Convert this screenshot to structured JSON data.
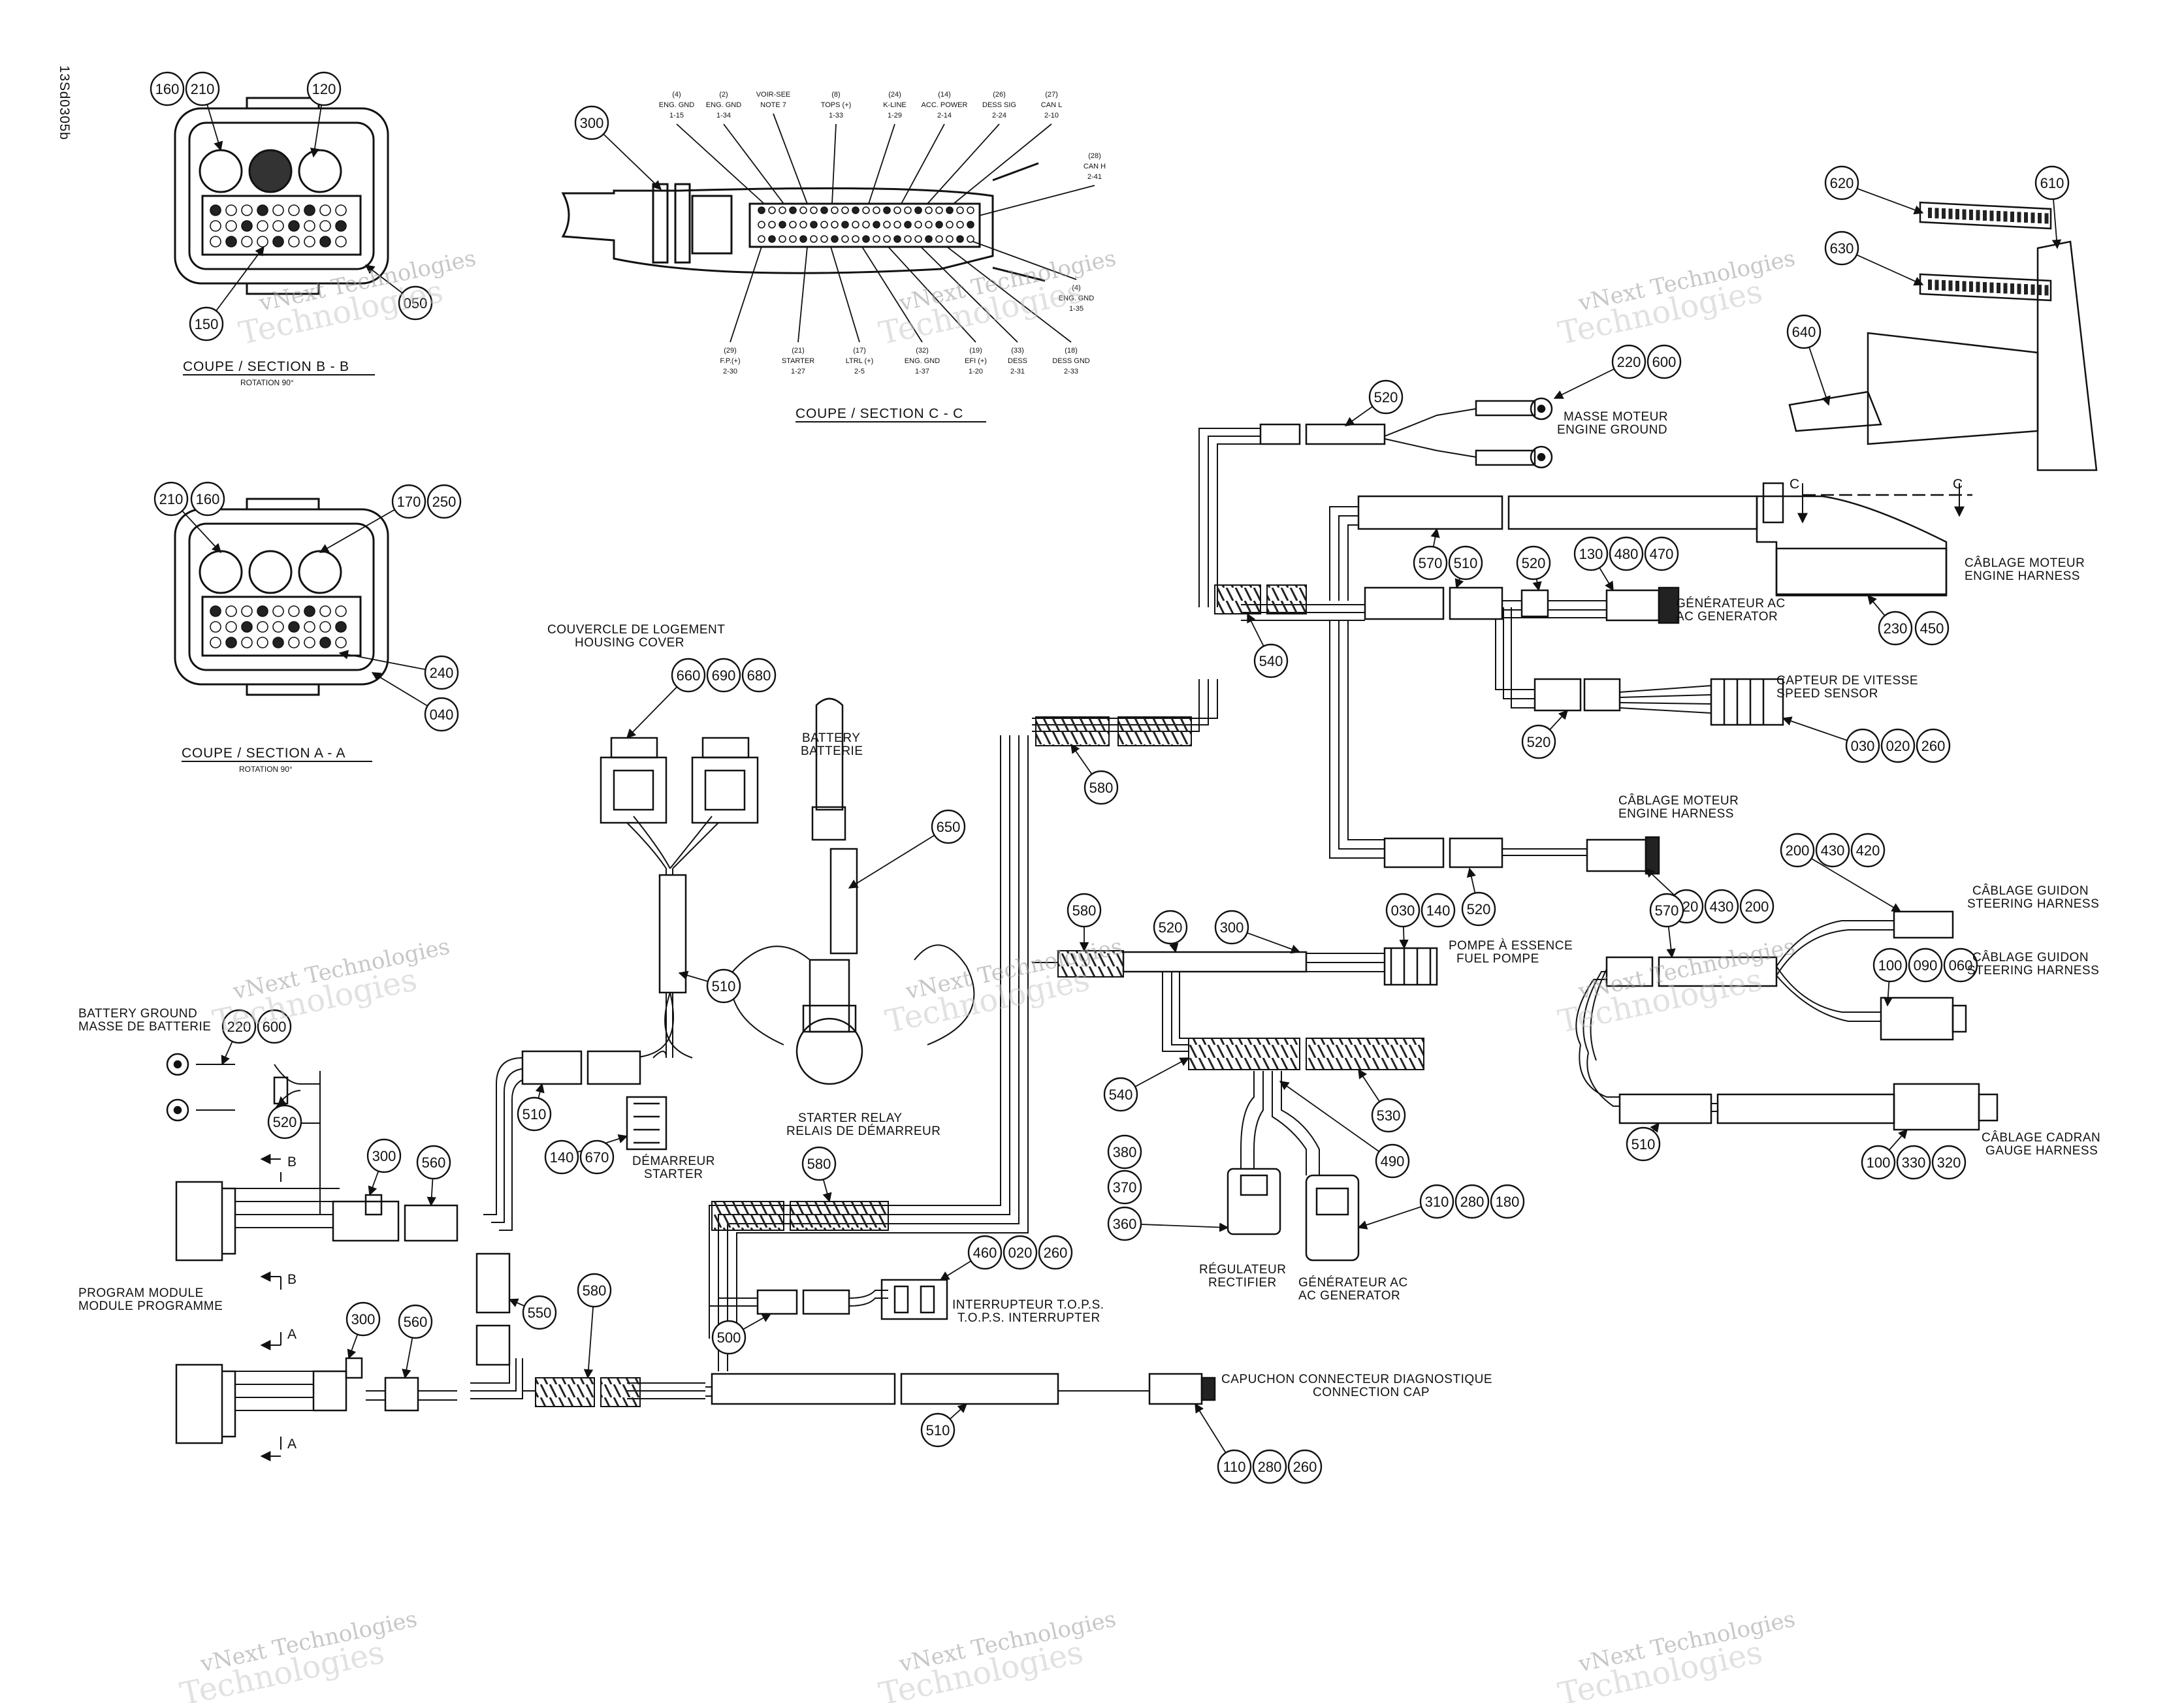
{
  "doc_id": "13Sd0305b",
  "sections": {
    "bb": {
      "title": "COUPE / SECTION B - B",
      "rotation": "ROTATION 90°"
    },
    "aa": {
      "title": "COUPE / SECTION A - A",
      "rotation": "ROTATION 90°"
    },
    "cc": {
      "title": "COUPE / SECTION C - C"
    }
  },
  "section_markers": {
    "a": "A",
    "b": "B",
    "c": "C"
  },
  "labels": {
    "masse_moteur": [
      "MASSE MOTEUR",
      "ENGINE GROUND"
    ],
    "cablage_moteur_1": [
      "CÂBLAGE MOTEUR",
      "ENGINE HARNESS"
    ],
    "generateur_ac_1": [
      "GÉNÉRATEUR AC",
      "AC GENERATOR"
    ],
    "capteur_vitesse": [
      "CAPTEUR DE VITESSE",
      "SPEED SENSOR"
    ],
    "cablage_moteur_2": [
      "CÂBLAGE MOTEUR",
      "ENGINE HARNESS"
    ],
    "cablage_guidon_1": [
      "CÂBLAGE GUIDON",
      "STEERING HARNESS"
    ],
    "cablage_guidon_2": [
      "CÂBLAGE GUIDON",
      "STEERING HARNESS"
    ],
    "cablage_cadran": [
      "CÂBLAGE CADRAN",
      "GAUGE HARNESS"
    ],
    "pompe_essence": [
      "POMPE À ESSENCE",
      "FUEL POMPE"
    ],
    "couvercle": [
      "COUVERCLE DE LOGEMENT",
      "HOUSING COVER"
    ],
    "battery": [
      "BATTERY",
      "BATTERIE"
    ],
    "battery_ground": [
      "BATTERY GROUND",
      "MASSE DE BATTERIE"
    ],
    "demarreur": [
      "DÉMARREUR",
      "STARTER"
    ],
    "starter_relay": [
      "STARTER RELAY",
      "RELAIS DE DÉMARREUR"
    ],
    "program_module": [
      "PROGRAM MODULE",
      "MODULE PROGRAMME"
    ],
    "interrupteur": [
      "INTERRUPTEUR T.O.P.S.",
      "T.O.P.S. INTERRUPTER"
    ],
    "capuchon": [
      "CAPUCHON CONNECTEUR DIAGNOSTIQUE",
      "CONNECTION CAP"
    ],
    "regulateur": [
      "RÉGULATEUR",
      "RECTIFIER"
    ],
    "generateur_ac_2": [
      "GÉNÉRATEUR AC",
      "AC GENERATOR"
    ]
  },
  "pin_labels": [
    [
      "(4)",
      "ENG. GND",
      "1-15"
    ],
    [
      "(2)",
      "ENG. GND",
      "1-34"
    ],
    [
      "VOIR-SEE",
      "NOTE 7"
    ],
    [
      "(8)",
      "TOPS (+)",
      "1-33"
    ],
    [
      "(24)",
      "K-LINE",
      "1-29"
    ],
    [
      "(14)",
      "ACC. POWER",
      "2-14"
    ],
    [
      "(26)",
      "DESS SIG",
      "2-24"
    ],
    [
      "(27)",
      "CAN L",
      "2-10"
    ],
    [
      "(28)",
      "CAN H",
      "2-41"
    ],
    [
      "(4)",
      "ENG. GND",
      "1-35"
    ],
    [
      "(29)",
      "F.P.(+)",
      "2-30"
    ],
    [
      "(21)",
      "STARTER",
      "1-27"
    ],
    [
      "(17)",
      "LTRL (+)",
      "2-5"
    ],
    [
      "(32)",
      "ENG. GND",
      "1-37"
    ],
    [
      "(19)",
      "EFI (+)",
      "1-20"
    ],
    [
      "(33)",
      "DESS",
      "2-31"
    ],
    [
      "(18)",
      "DESS GND",
      "2-33"
    ]
  ],
  "callouts": {
    "c160a": "160",
    "c210a": "210",
    "c120": "120",
    "c150": "150",
    "c050": "050",
    "c210b": "210",
    "c160b": "160",
    "c170": "170",
    "c250": "250",
    "c240": "240",
    "c040": "040",
    "c300a": "300",
    "c620": "620",
    "c610": "610",
    "c630": "630",
    "c640": "640",
    "c220a": "220",
    "c600a": "600",
    "c520a": "520",
    "c570a": "570",
    "c510a": "510",
    "c520b": "520",
    "c130": "130",
    "c480": "480",
    "c470": "470",
    "c230": "230",
    "c450": "450",
    "c540a": "540",
    "c520c": "520",
    "c030a": "030",
    "c020a": "020",
    "c260a": "260",
    "c660": "660",
    "c690": "690",
    "c680": "680",
    "c580a": "580",
    "c650": "650",
    "c520d": "520",
    "c420a": "420",
    "c430a": "430",
    "c200a": "200",
    "c200b": "200",
    "c430b": "430",
    "c420b": "420",
    "c580b": "580",
    "c520e": "520",
    "c300b": "300",
    "c030b": "030",
    "c140a": "140",
    "c570b": "570",
    "c100a": "100",
    "c090": "090",
    "c060": "060",
    "c510b": "510",
    "c220b": "220",
    "c600b": "600",
    "c520f": "520",
    "c540b": "540",
    "c530": "530",
    "c490": "490",
    "c510c": "510",
    "c100b": "100",
    "c330": "330",
    "c320": "320",
    "c510d": "510",
    "c140b": "140",
    "c670": "670",
    "c580c": "580",
    "c300c": "300",
    "c560a": "560",
    "c380": "380",
    "c370": "370",
    "c360": "360",
    "c310": "310",
    "c280a": "280",
    "c180": "180",
    "c550": "550",
    "c460": "460",
    "c020b": "020",
    "c260b": "260",
    "c300d": "300",
    "c560b": "560",
    "c580d": "580",
    "c500": "500",
    "c510e": "510",
    "c110": "110",
    "c280b": "280",
    "c260c": "260"
  },
  "watermark": {
    "line1": "vNext Technologies",
    "line2": "Technologies"
  }
}
